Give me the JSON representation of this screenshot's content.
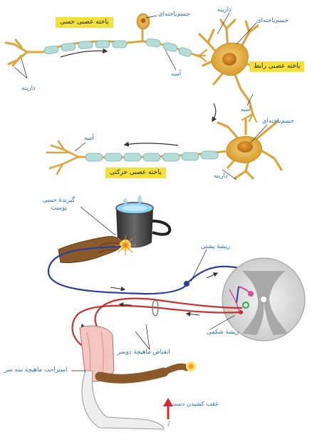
{
  "neurons": {
    "sensory_neuron": "یاخته عصبی حسی",
    "interneuron": "یاخته عصبی رابط",
    "motor_neuron": "یاخته عصبی حرکتی",
    "cell_body_top": "جسم‌یاخته‌ای",
    "cell_body_mid": "جسم‌یاخته‌ای",
    "cell_body_bottom": "جسم‌یاخته‌ای",
    "dendrite_top_right": "دارینه",
    "dendrite_left": "دارینه",
    "dendrite_bottom": "دارینه",
    "axon_top": "آسه",
    "axon_mid": "آسه",
    "axon_bottom": "آسه"
  },
  "reflex": {
    "skin_receptor": "گیرندهٔ حسی\nپوست",
    "dorsal_root": "ریشهٔ پشتی",
    "ventral_root": "ریشهٔ شکمی",
    "biceps_contraction": "انقباض ماهیچهٔ دوسر",
    "triceps_relaxation": "استراحت ماهیچهٔ سه سر",
    "hand_withdrawal": "عقب کشیدن دست"
  },
  "colors": {
    "dendrite": "#d9a640",
    "myelin": "#b4dcd8",
    "cell_body": "#e8b547",
    "sensory_path": "#2c3f9a",
    "motor_path": "#c8312c",
    "label": "#2a6fb0",
    "label_box": "#f3e03a"
  }
}
